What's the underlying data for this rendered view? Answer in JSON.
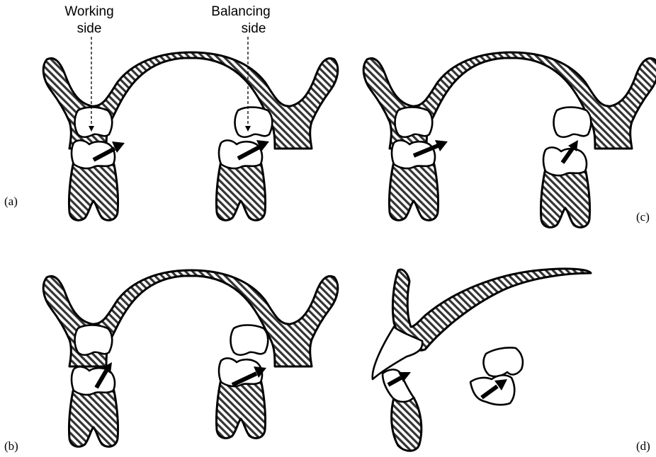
{
  "annotations": {
    "working_side_line1": "Working",
    "working_side_line2": "side",
    "balancing_side_line1": "Balancing",
    "balancing_side_line2": "side"
  },
  "panels": {
    "a": "(a)",
    "b": "(b)",
    "c": "(c)",
    "d": "(d)"
  }
}
